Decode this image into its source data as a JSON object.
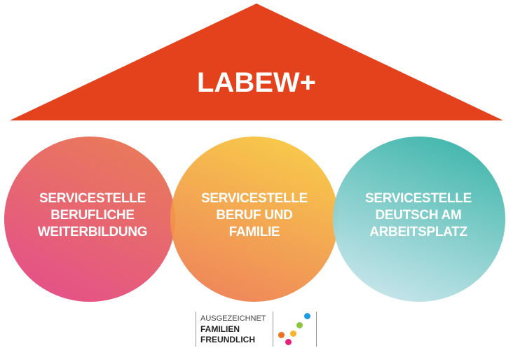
{
  "roof": {
    "title": "LABEW+",
    "color": "#e4421d"
  },
  "circles": [
    {
      "lines": [
        "SERVICESTELLE",
        "BERUFLICHE",
        "WEITERBILDUNG"
      ],
      "colors": [
        "#e97a5a",
        "#e4508a"
      ]
    },
    {
      "lines": [
        "SERVICESTELLE",
        "BERUF UND",
        "FAMILIE"
      ],
      "colors": [
        "#f7c63c",
        "#ee7d4e"
      ]
    },
    {
      "lines": [
        "SERVICESTELLE",
        "DEUTSCH AM",
        "ARBEITSPLATZ"
      ],
      "colors": [
        "#38b3a8",
        "#bfe2e8"
      ]
    }
  ],
  "badge": {
    "line1": "AUSGEZEICHNET",
    "line2": "FAMILIEN",
    "line3": "FREUNDLICH",
    "dot_colors": [
      "#f07020",
      "#e8207a",
      "#f7b52a",
      "#8cc63f",
      "#1e9ee0"
    ]
  }
}
